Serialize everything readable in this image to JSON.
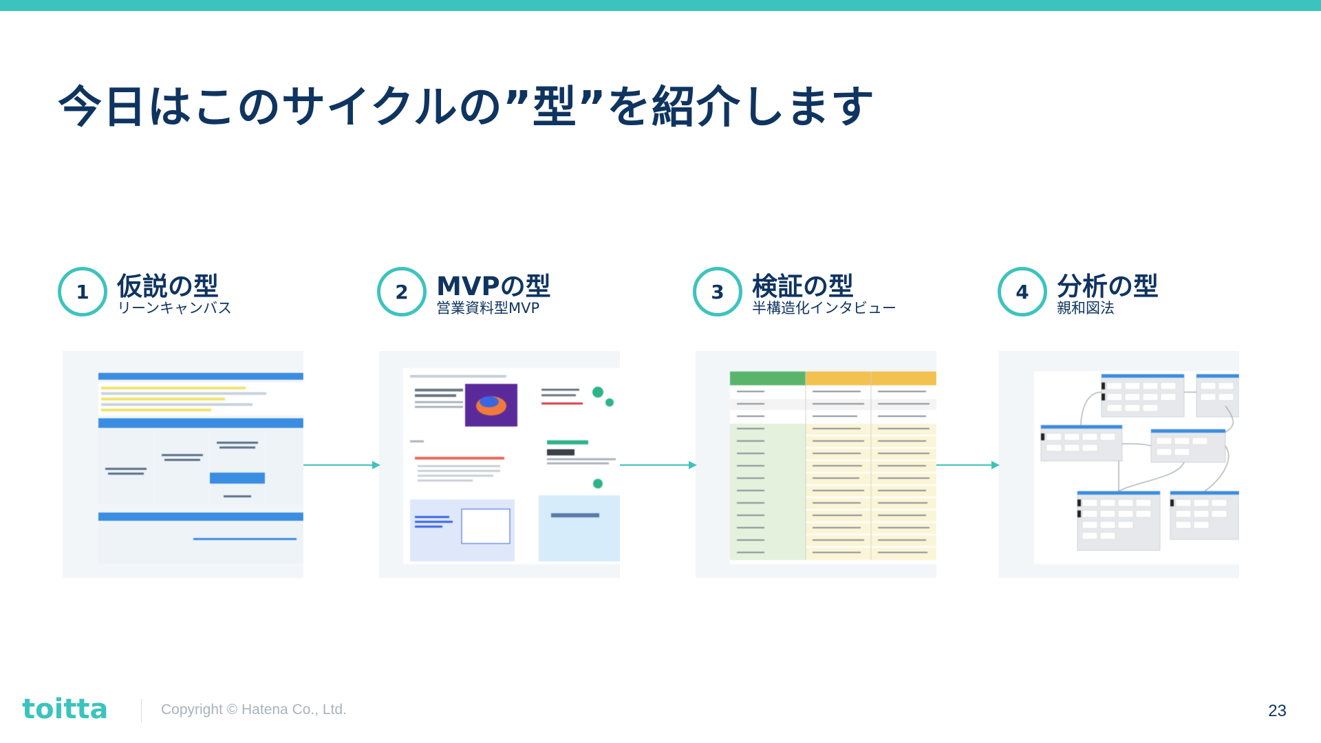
{
  "slide": {
    "title": "今日はこのサイクルの”型”を紹介します",
    "steps": [
      {
        "number": "1",
        "title": "仮説の型",
        "subtitle": "リーンキャンバス",
        "thumbnail": "lean-canvas-screenshot"
      },
      {
        "number": "2",
        "title": "MVPの型",
        "subtitle": "営業資料型MVP",
        "thumbnail": "sales-deck-screenshot"
      },
      {
        "number": "3",
        "title": "検証の型",
        "subtitle": "半構造化インタビュー",
        "thumbnail": "interview-sheet-screenshot"
      },
      {
        "number": "4",
        "title": "分析の型",
        "subtitle": "親和図法",
        "thumbnail": "affinity-diagram-screenshot"
      }
    ]
  },
  "footer": {
    "logo": "toitta",
    "copyright": "Copyright © Hatena Co., Ltd.",
    "page_number": "23"
  },
  "colors": {
    "accent": "#3dc3bd",
    "navy": "#0f3460",
    "card_bg": "#f3f6f8"
  }
}
